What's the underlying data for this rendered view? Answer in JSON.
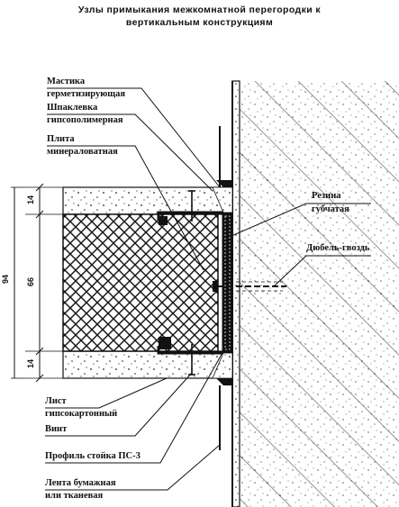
{
  "title": {
    "line1": "Узлы примыкания межкомнатной перегородки к",
    "line2": "вертикальным конструкциям"
  },
  "labels": {
    "mastika": "Мастика",
    "germ": "герметизирующая",
    "shpak": "Шпаклевка",
    "gipspol": "гипсополимерная",
    "plita": "Плита",
    "mineral": "минераловатная",
    "rezina": "Резина",
    "gubch": "губчатая",
    "dubel": "Дюбель-гвоздь",
    "list": "Лист",
    "gipskart": "гипсокартонный",
    "vint": "Винт",
    "profil": "Профиль стойка ПС-3",
    "lenta": "Лента бумажная",
    "tkan": "или тканевая"
  },
  "dimensions": {
    "total": "94",
    "top": "14",
    "middle": "66",
    "bottom": "14"
  }
}
